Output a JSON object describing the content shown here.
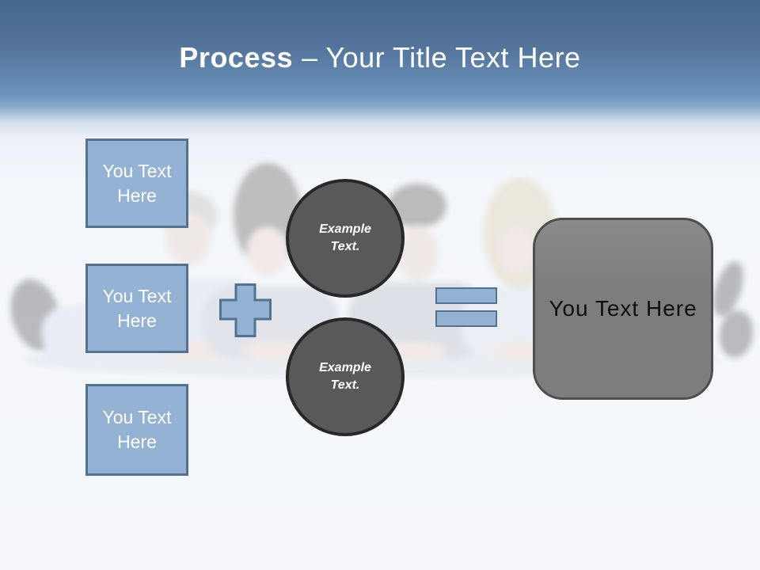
{
  "header": {
    "title_bold": "Process",
    "title_rest": "– Your Title Text Here"
  },
  "left_boxes": [
    {
      "label": "You Text Here"
    },
    {
      "label": "You Text Here"
    },
    {
      "label": "You Text Here"
    }
  ],
  "operators": {
    "plus_icon": "plus-shape",
    "equals_icon": "equals-shape"
  },
  "circles": [
    {
      "label": "Example Text."
    },
    {
      "label": "Example Text."
    }
  ],
  "result_box": {
    "label": "You Text Here"
  },
  "colors": {
    "header_top": "#47688d",
    "header_mid": "#6a92bb",
    "shape_blue": "#93b2d4",
    "shape_blue_border": "#54728f",
    "circle_gray": "#595959",
    "circle_border": "#282828",
    "result_gray": "#7d7d7d",
    "result_border": "#4e4e4e",
    "title_text": "#ffffff"
  }
}
